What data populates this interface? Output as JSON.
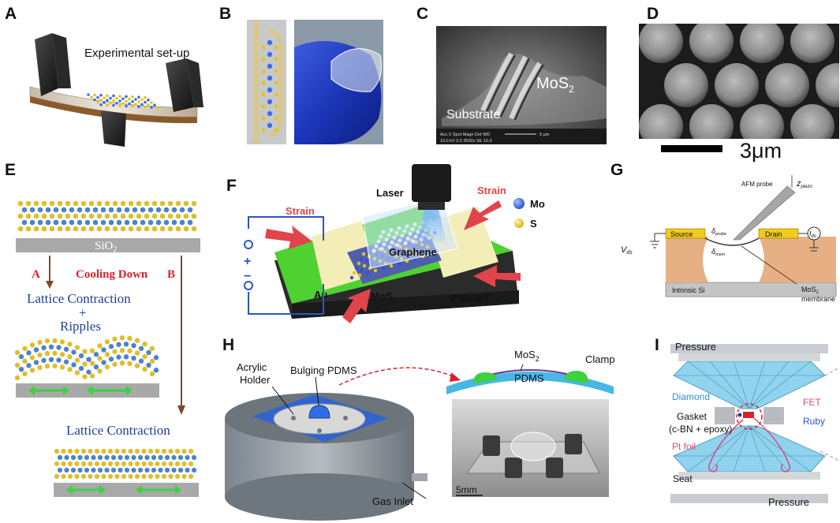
{
  "colors": {
    "serif_blue": "#1f3f9c",
    "serif_red": "#d8232a",
    "strain_red": "#e0454b",
    "green_stage": "#4fd132",
    "diamond_blue": "#8fd3ef",
    "pdms_blue": "#47b7e6",
    "clamp_green": "#3fcf3f",
    "si_orange": "#e6b084"
  },
  "panels": {
    "A": {
      "label": "A",
      "title": "Experimental set-up"
    },
    "B": {
      "label": "B"
    },
    "C": {
      "label": "C",
      "mos2_label": "MoS",
      "mos2_sub": "2",
      "substrate_label": "Substrate",
      "sem_info": "Acc.V  Spot Magn   Det  WD",
      "sem_values": "10.0 kV 3.0  3500x    SE  10.3",
      "sem_scale": "5 μm"
    },
    "D": {
      "label": "D",
      "scale_label": "3μm"
    },
    "E": {
      "label": "E",
      "substrate": "SiO",
      "substrate_sub": "2",
      "route_a": "A",
      "route_b": "B",
      "cooling": "Cooling Down",
      "lattice_contraction": "Lattice Contraction",
      "plus": "+",
      "ripples": "Ripples",
      "lattice_contraction_b": "Lattice Contraction"
    },
    "F": {
      "label": "F",
      "laser": "Laser",
      "strain_left": "Strain",
      "strain_right": "Strain",
      "legend_mo": "Mo",
      "legend_s": "S",
      "graphene": "Graphene",
      "au": "Au",
      "mos2": "MoS",
      "mos2_sub": "2",
      "pmnpt": "PMN-PT",
      "plus": "+",
      "minus": "−"
    },
    "G": {
      "label": "G",
      "afm": "AFM probe",
      "z": "z",
      "z_sub": "piezo",
      "source": "Source",
      "drain": "Drain",
      "vds": "V",
      "vds_sub": "ds",
      "ids": "I",
      "ids_sub": "ds",
      "dprobe": "δ",
      "dprobe_sub": "probe",
      "dmem": "δ",
      "dmem_sub": "mem",
      "membrane_1": "MoS",
      "membrane_sub": "2",
      "membrane_2": "membrane",
      "substrate": "Intrinsic Si"
    },
    "H": {
      "label": "H",
      "holder_1": "Acrylic",
      "holder_2": "Holder",
      "bulging": "Bulging PDMS",
      "gas": "Gas Inlet",
      "mos2": "MoS",
      "mos2_sub": "2",
      "clamp": "Clamp",
      "pdms": "PDMS",
      "scale": "5mm"
    },
    "I": {
      "label": "I",
      "pressure_top": "Pressure",
      "pressure_bottom": "Pressure",
      "diamond": "Diamond",
      "gasket_1": "Gasket",
      "gasket_2": "(c-BN + epoxy)",
      "pt": "Pt foil",
      "seat": "Seat",
      "fet": "FET",
      "ruby": "Ruby"
    }
  }
}
